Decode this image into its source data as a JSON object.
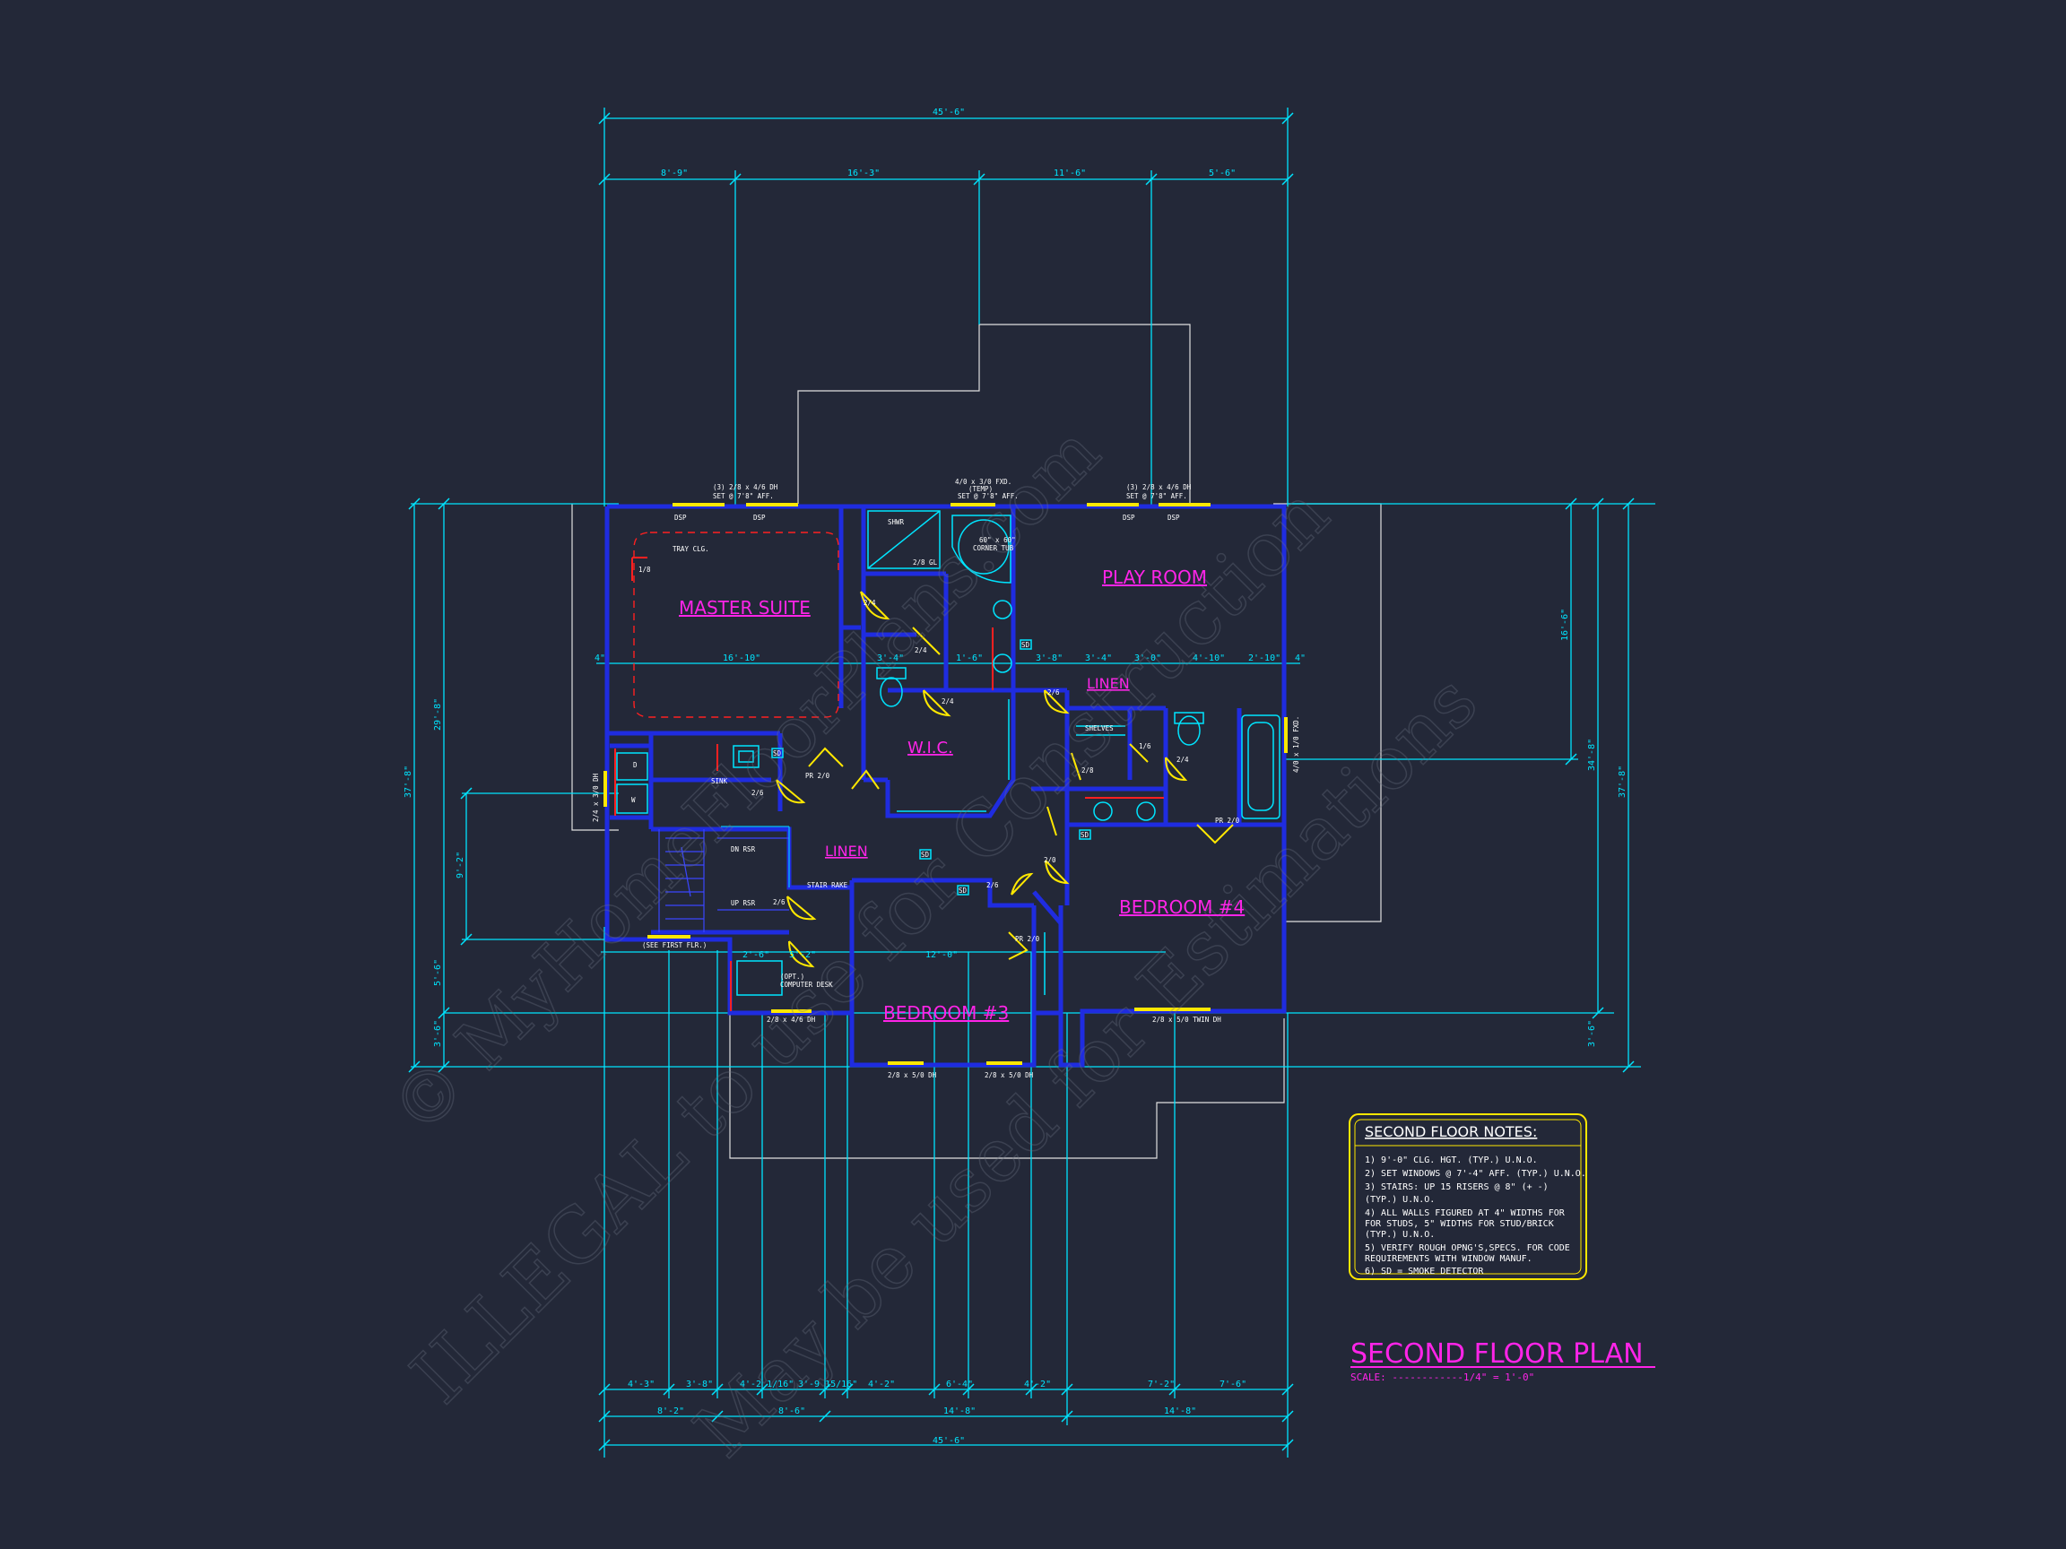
{
  "plan_title": "SECOND FLOOR PLAN",
  "plan_scale": "SCALE: ------------1/4\" = 1'-0\"",
  "rooms": {
    "master_suite": "MASTER SUITE",
    "play_room": "PLAY ROOM",
    "wic": "W.I.C.",
    "bedroom4": "BEDROOM #4",
    "bedroom3": "BEDROOM #3",
    "linen1": "LINEN",
    "linen2": "LINEN"
  },
  "dimensions": {
    "top_overall": "45'-6\"",
    "top_1": "8'-9\"",
    "top_2": "16'-3\"",
    "top_3": "11'-6\"",
    "top_4": "5'-6\"",
    "bottom_overall": "45'-6\"",
    "bottom_mid_1": "8'-2\"",
    "bottom_mid_2": "8'-6\"",
    "bottom_mid_3": "14'-8\"",
    "bottom_mid_4": "14'-8\"",
    "bottom_1": "4'-3\"",
    "bottom_2": "3'-8\"",
    "bottom_3": "4'-2 1/16\"",
    "bottom_4": "3'-9 15/16\"",
    "bottom_5": "4'-2\"",
    "bottom_6": "6'-4\"",
    "bottom_7": "4'-2\"",
    "bottom_8": "7'-2\"",
    "bottom_9": "7'-6\"",
    "left_overall": "37'-8\"",
    "left_1": "29'-8\"",
    "left_2": "9'-2\"",
    "left_3": "5'-6\"",
    "left_4": "3'-6\"",
    "right_overall": "37'-8\"",
    "right_1": "34'-8\"",
    "right_2": "16'-6\"",
    "right_3": "3'-6\"",
    "master_width": "16'-10\"",
    "bed3_width": "12'-0\"",
    "stair_small": "2'-6\"",
    "stair_small2": "5'-2\"",
    "wic_small": "3'-4\"",
    "wic_small2": "1'-6\"",
    "linen_a": "3'-8\"",
    "linen_b": "3'-4\"",
    "linen_c": "3'-0\"",
    "linen_d": "4'-10\"",
    "linen_e": "2'-10\"",
    "inner_4a": "4\"",
    "inner_4b": "4\""
  },
  "windows": {
    "master_top": "(3) 2/8 x 4/6 DH",
    "master_top_sub": "SET @ 7'8\" AFF.",
    "bath_top": "4/0 x 3/0 FXD.",
    "bath_top_sub": "(TEMP)",
    "bath_top_sub2": "SET @ 7'8\" AFF.",
    "play_top": "(3) 2/8 x 4/6 DH",
    "play_top_sub": "SET @ 7'8\" AFF.",
    "dsp1": "DSP",
    "dsp2": "DSP",
    "dsp3": "DSP",
    "dsp4": "DSP",
    "left_side": "2/4 x 3/0 DH",
    "right_side": "4/0 x 1/0 FXD.",
    "bed4_bottom": "2/8 x 5/0 TWIN DH",
    "bed3_bottom1": "2/8 x 5/0 DH",
    "bed3_bottom2": "2/8 x 5/0 DH",
    "desk_bottom": "2/8 x 4/6 DH"
  },
  "labels": {
    "tray_clg": "TRAY CLG.",
    "shwr": "SHWR",
    "bench": "2/8 GL",
    "tub": "60\" x 60\"",
    "tub_sub": "CORNER TUB",
    "sink": "SINK",
    "stair_rake": "STAIR RAKE",
    "dn_rsr": "DN RSR",
    "up_rsr": "UP RSR",
    "see_first": "(SEE FIRST FLR.)",
    "computer_desk": "COMPUTER DESK",
    "opt": "(OPT.)",
    "shelves": "SHELVES",
    "sd1": "SD",
    "sd2": "SD",
    "sd3": "SD",
    "sd4": "SD",
    "sd5": "SD",
    "pr_door1": "PR 2/0",
    "pr_door2": "PR 2/0",
    "pr_door3": "PR 2/0",
    "d_label": "D",
    "w_label": "W",
    "door_2_4a": "2/4",
    "door_2_4b": "2/4",
    "door_2_4c": "2/4",
    "door_2_4d": "2/4",
    "door_2_6a": "2/6",
    "door_2_6b": "2/6",
    "door_2_6c": "2/6",
    "door_2_6d": "2/6",
    "door_2_8": "2/8",
    "door_2_0": "2/0",
    "door_1_8": "1/8",
    "door_1_6": "1/6"
  },
  "notes": {
    "title": "SECOND FLOOR NOTES:",
    "items": [
      "1)  9'-0\"  CLG. HGT. (TYP.) U.N.O.",
      "2) SET WINDOWS @  7'-4\"  AFF. (TYP.) U.N.O.",
      "3) STAIRS: UP 15  RISERS @  8\"  (+ -)",
      "    (TYP.) U.N.O.",
      "4) ALL WALLS FIGURED AT 4\" WIDTHS FOR",
      "    FOR STUDS, 5\" WIDTHS FOR STUD/BRICK",
      "    (TYP.) U.N.O.",
      "5) VERIFY ROUGH OPNG'S,SPECS. FOR CODE",
      "    REQUIREMENTS WITH WINDOW MANUF.",
      "6) SD = SMOKE DETECTOR"
    ]
  },
  "watermark": {
    "line1": "© MyHomeFloorPlans.com",
    "line2": "ILLEGAL to use for Construction",
    "line3": "May be used for Estimations"
  },
  "colors": {
    "background": "#232838",
    "dimension": "#00e5ff",
    "wall": "#1f2ce0",
    "room_text": "#ff24e8",
    "door": "#ffe800",
    "ceiling": "#ff2020",
    "outline": "#e8e8e8"
  }
}
